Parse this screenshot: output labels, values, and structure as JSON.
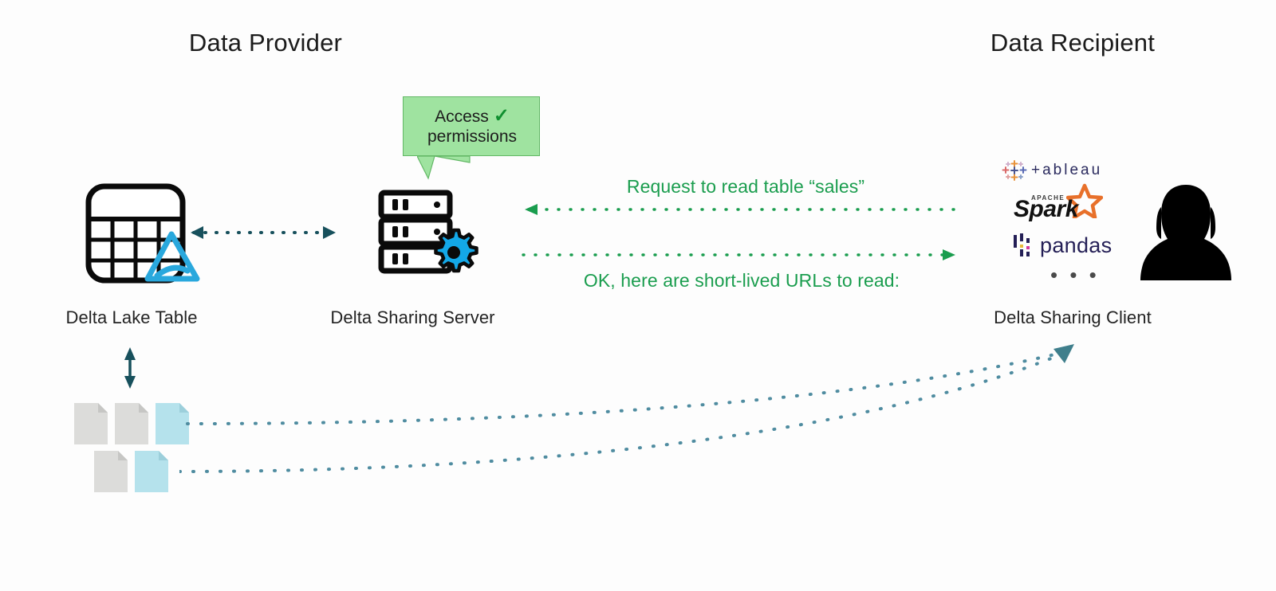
{
  "diagram": {
    "title_left": "Data Provider",
    "title_right": "Data Recipient",
    "callout": {
      "line1": "Access",
      "line2": "permissions",
      "check": "✓",
      "fill_color": "#9fe3a0",
      "border_color": "#63b866",
      "check_color": "#0f8f2f"
    },
    "nodes": {
      "delta_lake_table": "Delta Lake Table",
      "delta_sharing_server": "Delta Sharing Server",
      "delta_sharing_client": "Delta Sharing Client"
    },
    "messages": {
      "request": "Request to read table “sales”",
      "response": "OK, here are short-lived URLs to read:",
      "color": "#1a9d4e"
    },
    "clients": {
      "tableau": "+ableau",
      "spark_apache": "APACHE",
      "spark": "Spark",
      "pandas": "pandas",
      "more": "• • •"
    },
    "colors": {
      "arrow_teal": "#3f7f8c",
      "arrow_dark_teal": "#17505c",
      "file_gray": "#dcdcda",
      "file_blue": "#b5e2ec",
      "delta_blue": "#29a8dd",
      "gear_blue": "#13a8e8",
      "icon_black": "#0a0a0a",
      "person_black": "#000000",
      "spark_star": "#e8702a",
      "pandas_navy": "#241f56",
      "tableau_navy": "#2a2a5e"
    },
    "icons": {
      "table": "table-grid-icon",
      "delta_logo": "delta-lake-triangle-icon",
      "server": "server-rack-icon",
      "gear": "gear-icon",
      "person": "person-silhouette-icon",
      "file_gray": "file-document-icon",
      "file_blue": "file-document-highlighted-icon"
    },
    "files": {
      "row1": [
        "gray",
        "gray",
        "blue"
      ],
      "row2": [
        "gray",
        "blue"
      ]
    }
  }
}
